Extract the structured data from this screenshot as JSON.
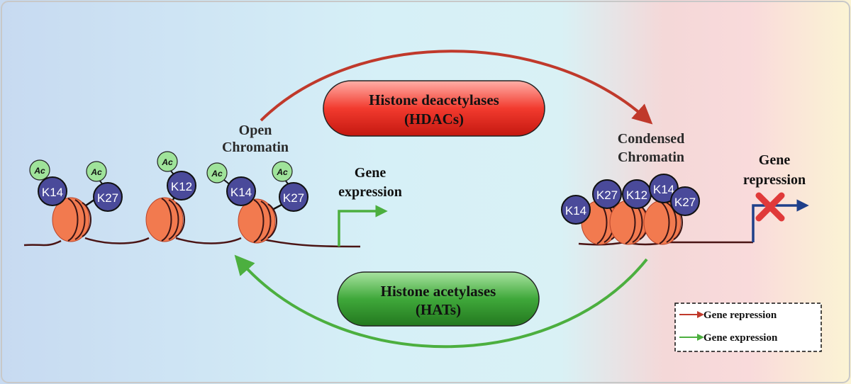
{
  "colors": {
    "bg_left": "#c7ddf2",
    "bg_mid": "#d8f2f7",
    "bg_right": "#f7d3d3",
    "bg_far_right": "#fbf3d6",
    "hdac_arrow": "#c0392b",
    "hat_arrow": "#4caf3f",
    "nucleosome": "#f27a4f",
    "lysine": "#4a4a9a",
    "acetyl": "#9fe39a",
    "repression_arrow": "#1e3f8a",
    "cross": "#e03a3a"
  },
  "labels": {
    "open_chromatin_1": "Open",
    "open_chromatin_2": "Chromatin",
    "condensed_chromatin_1": "Condensed",
    "condensed_chromatin_2": "Chromatin",
    "gene_expression_1": "Gene",
    "gene_expression_2": "expression",
    "gene_repression_1": "Gene",
    "gene_repression_2": "repression",
    "hdac_1": "Histone deacetylases",
    "hdac_2": "(HDACs)",
    "hat_1": "Histone acetylases",
    "hat_2": "(HATs)",
    "ac": "Ac",
    "k14": "K14",
    "k27": "K27",
    "k12": "K12"
  },
  "legend": {
    "items": [
      {
        "label": "Gene repression",
        "color": "#c0392b"
      },
      {
        "label": "Gene expression",
        "color": "#4caf3f"
      }
    ]
  }
}
